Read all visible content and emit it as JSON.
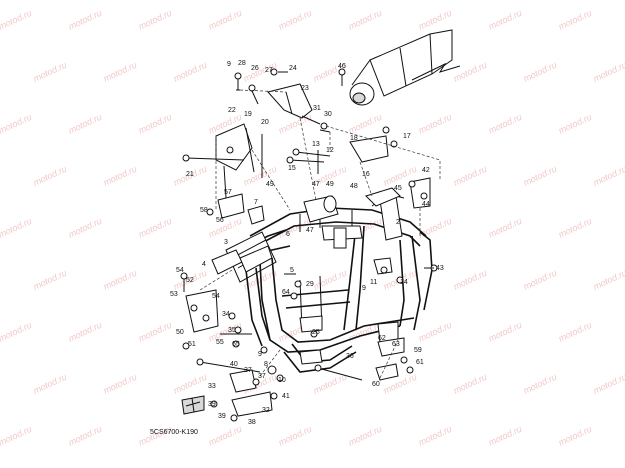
{
  "diagram": {
    "watermark": "motod.ru",
    "drawing_code": "5CS6700-K190",
    "callouts": [
      {
        "id": "c9",
        "label": "9"
      },
      {
        "id": "c28",
        "label": "28"
      },
      {
        "id": "c26",
        "label": "26"
      },
      {
        "id": "c27",
        "label": "27"
      },
      {
        "id": "c24",
        "label": "24"
      },
      {
        "id": "c46",
        "label": "46"
      },
      {
        "id": "c23",
        "label": "23"
      },
      {
        "id": "c22",
        "label": "22"
      },
      {
        "id": "c19",
        "label": "19"
      },
      {
        "id": "c20",
        "label": "20"
      },
      {
        "id": "c31",
        "label": "31"
      },
      {
        "id": "c30",
        "label": "30"
      },
      {
        "id": "c18",
        "label": "18"
      },
      {
        "id": "c17",
        "label": "17"
      },
      {
        "id": "c13",
        "label": "13"
      },
      {
        "id": "c12",
        "label": "12"
      },
      {
        "id": "c21",
        "label": "21"
      },
      {
        "id": "c15",
        "label": "15"
      },
      {
        "id": "c16",
        "label": "16"
      },
      {
        "id": "c42",
        "label": "42"
      },
      {
        "id": "c47",
        "label": "47"
      },
      {
        "id": "c49a",
        "label": "49"
      },
      {
        "id": "c49b",
        "label": "49"
      },
      {
        "id": "c45",
        "label": "45"
      },
      {
        "id": "c44",
        "label": "44"
      },
      {
        "id": "c57",
        "label": "57"
      },
      {
        "id": "c58",
        "label": "58"
      },
      {
        "id": "c56",
        "label": "56"
      },
      {
        "id": "c7",
        "label": "7"
      },
      {
        "id": "c48",
        "label": "48"
      },
      {
        "id": "c2",
        "label": "2"
      },
      {
        "id": "c47b",
        "label": "47"
      },
      {
        "id": "c6",
        "label": "6"
      },
      {
        "id": "c3",
        "label": "3"
      },
      {
        "id": "c4",
        "label": "4"
      },
      {
        "id": "c54a",
        "label": "54"
      },
      {
        "id": "c52",
        "label": "52"
      },
      {
        "id": "c53",
        "label": "53"
      },
      {
        "id": "c54b",
        "label": "54"
      },
      {
        "id": "c5",
        "label": "5"
      },
      {
        "id": "c29",
        "label": "29"
      },
      {
        "id": "c11",
        "label": "11"
      },
      {
        "id": "c14",
        "label": "14"
      },
      {
        "id": "c43",
        "label": "43"
      },
      {
        "id": "c9b",
        "label": "9"
      },
      {
        "id": "c51",
        "label": "51"
      },
      {
        "id": "c50",
        "label": "50"
      },
      {
        "id": "c34",
        "label": "34"
      },
      {
        "id": "c35",
        "label": "35"
      },
      {
        "id": "c55",
        "label": "55"
      },
      {
        "id": "c65",
        "label": "65"
      },
      {
        "id": "c64",
        "label": "64"
      },
      {
        "id": "c25",
        "label": "25"
      },
      {
        "id": "c62",
        "label": "62"
      },
      {
        "id": "c63",
        "label": "63"
      },
      {
        "id": "c59",
        "label": "59"
      },
      {
        "id": "c61",
        "label": "61"
      },
      {
        "id": "c40",
        "label": "40"
      },
      {
        "id": "c36",
        "label": "36"
      },
      {
        "id": "c9c",
        "label": "9"
      },
      {
        "id": "c8",
        "label": "8"
      },
      {
        "id": "c10",
        "label": "10"
      },
      {
        "id": "c37a",
        "label": "37"
      },
      {
        "id": "c37b",
        "label": "37"
      },
      {
        "id": "c60",
        "label": "60"
      },
      {
        "id": "c33",
        "label": "33"
      },
      {
        "id": "c41",
        "label": "41"
      },
      {
        "id": "c39",
        "label": "39"
      },
      {
        "id": "c32",
        "label": "32"
      },
      {
        "id": "c39b",
        "label": "39"
      },
      {
        "id": "c38",
        "label": "38"
      }
    ]
  }
}
